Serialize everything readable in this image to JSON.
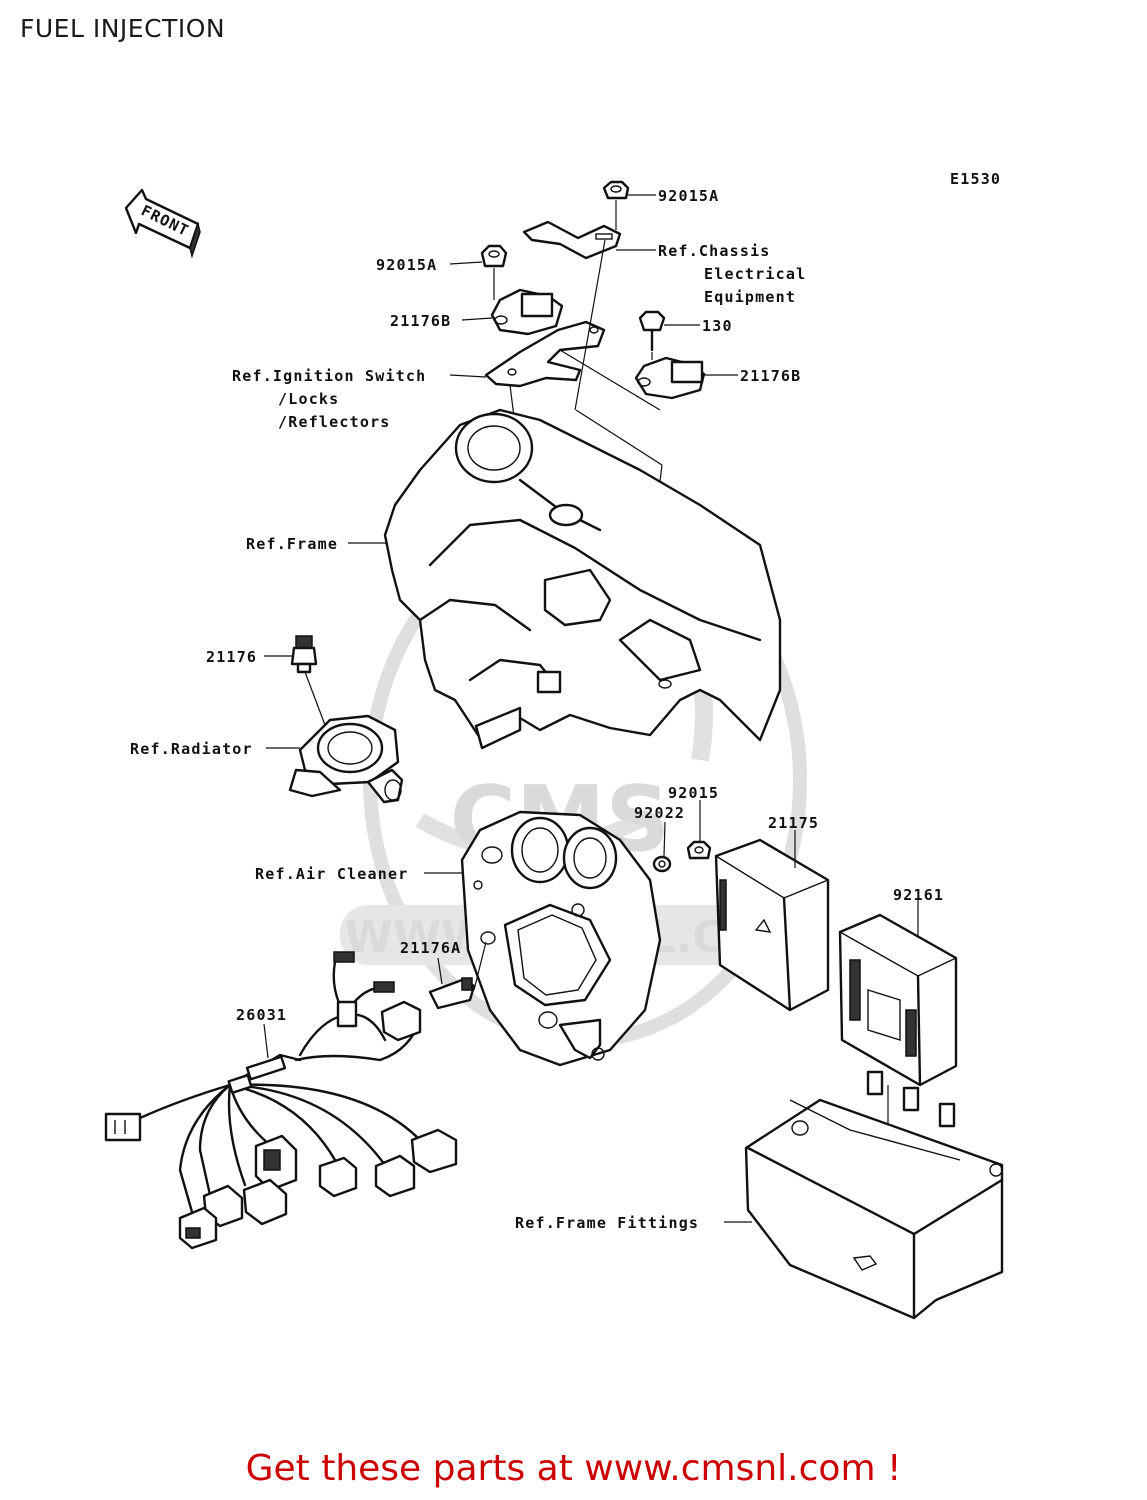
{
  "page": {
    "title": "FUEL INJECTION",
    "diagram_code": "E1530"
  },
  "direction_arrow": {
    "text": "FRONT",
    "icon": "front-arrow-icon"
  },
  "watermark": {
    "text": "WWW.CMSNL.COM",
    "badge": "CMS"
  },
  "callouts": {
    "c1": "92015A",
    "c2": "Ref.Chassis",
    "c2b": "Electrical",
    "c2c": "Equipment",
    "c3": "92015A",
    "c4": "21176B",
    "c5": "130",
    "c6": "Ref.Ignition Switch",
    "c6b": "/Locks",
    "c6c": "/Reflectors",
    "c7": "21176B",
    "c8": "Ref.Frame",
    "c9": "21176",
    "c10": "Ref.Radiator",
    "c11": "92015",
    "c12": "92022",
    "c13": "21175",
    "c14": "Ref.Air Cleaner",
    "c15": "92161",
    "c16": "21176A",
    "c17": "26031",
    "c18": "Ref.Frame Fittings"
  },
  "footer": {
    "text": "Get these parts at www.cmsnl.com !",
    "color": "#cc0000"
  }
}
